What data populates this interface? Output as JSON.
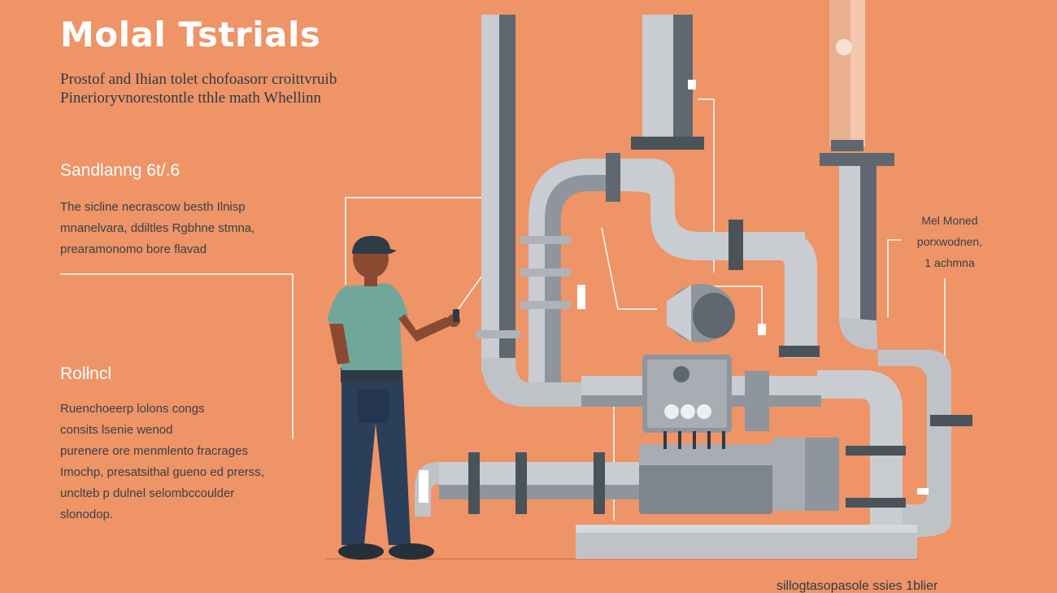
{
  "header": {
    "title": "Molal Tstrials",
    "subtitle_lines": [
      "Prostof and Ihian tolet chofoasorr croittvruib",
      "Pinerioryvnorestontle tthle math Whellinn"
    ]
  },
  "sections": [
    {
      "heading": "Sandlanng 6t/.6",
      "lines": [
        "The sicline necrascow besth Ilnisp",
        "mnanelvara, ddiltles Rgbhne stmna,",
        "prearamonomo bore flavad"
      ]
    },
    {
      "heading": "Rolłncl",
      "lines": [
        "Ruenchoeerp lolons congs",
        "consits lsenie wenod",
        "purenere ore menmlento fracrages",
        "Imochp, presatsithal gueno ed prerss,",
        "unclteb p dulnel selombccoulder",
        "slonodop."
      ]
    }
  ],
  "callout": {
    "lines": [
      "Mel Moned",
      "porxwodnen,",
      "1 achmna"
    ]
  },
  "footer": {
    "text": "sillogtasopasole ssies 1blier"
  },
  "colors": {
    "background": "#EE9467",
    "pipe_light": "#C9CCD0",
    "pipe_dark": "#5F6770",
    "worker_shirt": "#6FA89A",
    "worker_pants": "#2B3F5A",
    "skin": "#8A4A32",
    "callout_line": "#FFFFFF"
  },
  "illustration": {
    "subject": "worker-inspecting-industrial-pipes",
    "icons": [
      "pipe-network-icon",
      "worker-figure-icon",
      "valve-box-icon",
      "pump-motor-icon"
    ]
  }
}
